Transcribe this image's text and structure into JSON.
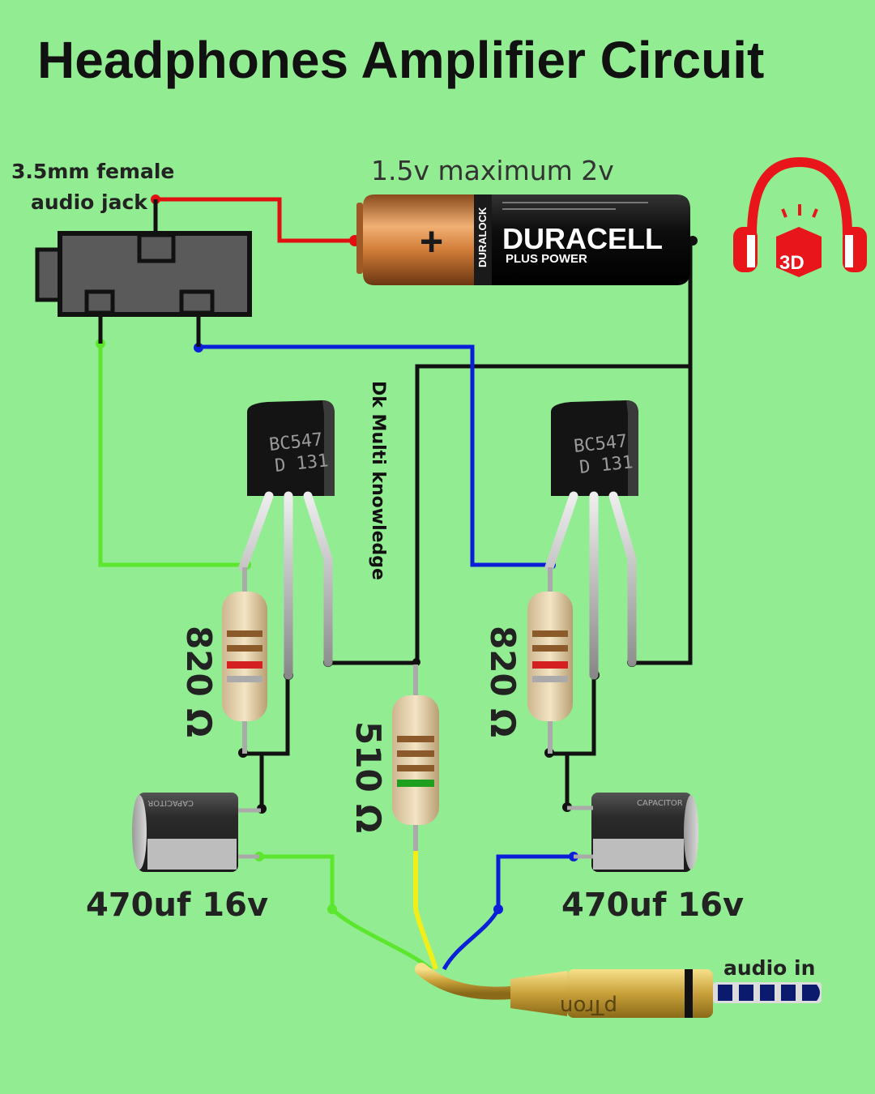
{
  "title": "Headphones Amplifier Circuit",
  "labels": {
    "jack": [
      "3.5mm female",
      "audio jack"
    ],
    "battery": "1.5v  maximum 2v",
    "watermark": "Dk Multi knowledge",
    "resistor_left": "820 Ω",
    "resistor_middle": "510 Ω",
    "resistor_right": "820 Ω",
    "cap_left": "470uf 16v",
    "cap_right": "470uf 16v",
    "audio_in": "audio in"
  },
  "components": {
    "transistor_left": [
      "BC547",
      "D 131"
    ],
    "transistor_right": [
      "BC547",
      "D 131"
    ],
    "battery": {
      "brand": "DURACELL",
      "subtitle": "PLUS POWER",
      "plus": "+",
      "side": "DURALOCK"
    },
    "cap_left_marking": "CAPACITOR",
    "cap_right_marking": "CAPACITOR",
    "plug_brand": "pTron",
    "logo_text": "3D"
  },
  "colors": {
    "background": "#92EC92",
    "wire_red": "#E01010",
    "wire_blue": "#0B1FD8",
    "wire_green": "#5CE62E",
    "wire_black": "#111111",
    "wire_yellow": "#F2EE1A",
    "logo_red": "#E8161B"
  }
}
